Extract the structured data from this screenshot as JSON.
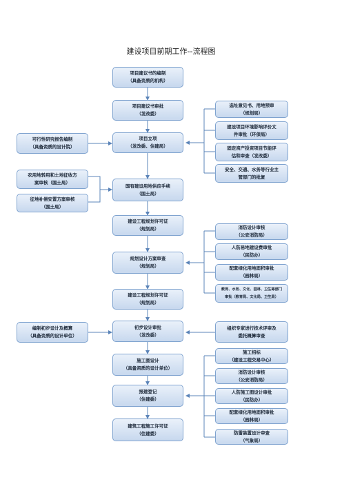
{
  "title": "建设项目前期工作--流程图",
  "main": [
    {
      "line1": "项目建议书的编制",
      "line2": "（具备资质的机构）"
    },
    {
      "line1": "项目建议书审批",
      "line2": "（发改委）"
    },
    {
      "line1": "项目立项",
      "line2": "（发改委、住建局）"
    },
    {
      "line1": "国有建设用地供应手续",
      "line2": "（国土局）"
    },
    {
      "line1": "建设工程规划许可证",
      "line2": "（规划局）"
    },
    {
      "line1": "规划设计方案审查",
      "line2": "（规划局）"
    },
    {
      "line1": "建设工程规划许可证",
      "line2": "（规划局）"
    },
    {
      "line1": "初步设计审批",
      "line2": "（发改委）"
    },
    {
      "line1": "施工图设计",
      "line2": "（具备资质的设计单位）"
    },
    {
      "line1": "报建登记",
      "line2": "（住建委）"
    },
    {
      "line1": "建筑工程施工许可证",
      "line2": "（住建委）"
    }
  ],
  "left": [
    {
      "line1": "可行性研究报告编制",
      "line2": "（具备资质的设计院）"
    },
    {
      "line1": "农用地转用和土地征收方",
      "line2": "案审核（国土局）"
    },
    {
      "line1": "征地补偿安置方案审核",
      "line2": "（国土局）"
    },
    {
      "line1": "编制初步设计及概算",
      "line2": "（具备资质的设计单位）"
    }
  ],
  "right": [
    {
      "line1": "选址意见书、用地预审",
      "line2": "（规划局）"
    },
    {
      "line1": "建设项目环境影响评价文",
      "line2": "件审批（环保局）"
    },
    {
      "line1": "固定资产投资项目节能评",
      "line2": "估和审查（发改委）"
    },
    {
      "line1": "安全、交通、水务等行业主",
      "line2": "管部门的批复"
    },
    {
      "line1": "消防设计审核",
      "line2": "（公安消防局）"
    },
    {
      "line1": "人防易地建设费审批",
      "line2": "（民防办）"
    },
    {
      "line1": "配套绿化用地面积审批",
      "line2": "（园林局）"
    },
    {
      "line1": "教育、水务、文化、园林、卫生等部门",
      "line2": "审批（教育局、文化局、卫生局）"
    },
    {
      "line1": "组织专家进行技术评审及",
      "line2": "委托概算审查"
    },
    {
      "line1": "施工招标",
      "line2": "（建设工程交易中心）"
    },
    {
      "line1": "消防设计审核",
      "line2": "（公安消防局）"
    },
    {
      "line1": "人防施工图设计审批",
      "line2": "（民防办）"
    },
    {
      "line1": "配套绿化用地面积审批",
      "line2": "（园林局）"
    },
    {
      "line1": "防雷装置设计审查",
      "line2": "（气象局）"
    }
  ]
}
